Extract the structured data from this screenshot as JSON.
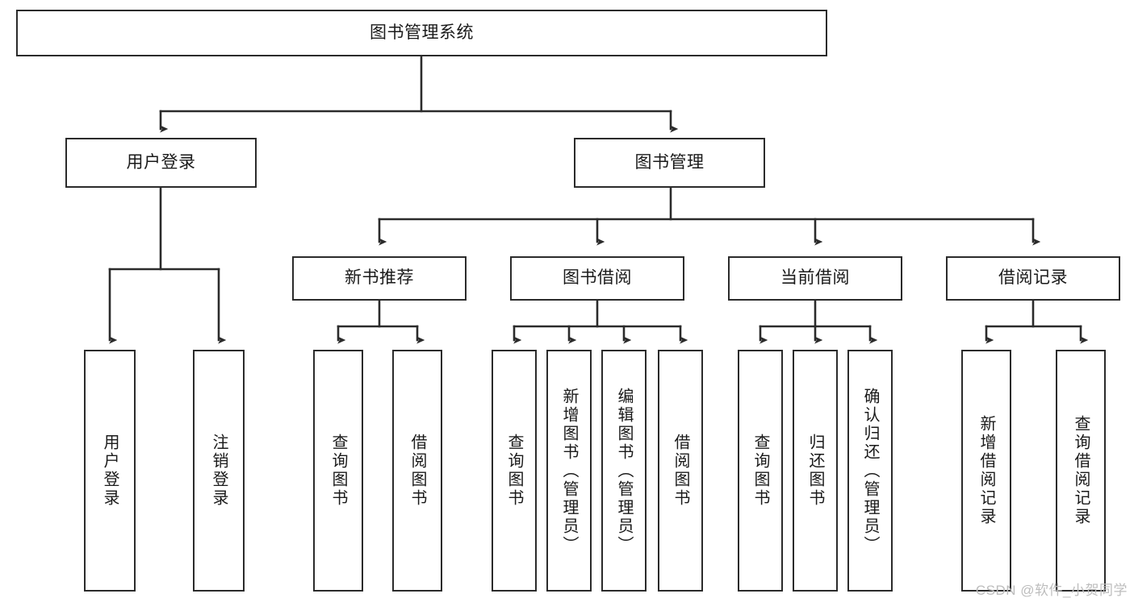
{
  "diagram": {
    "type": "tree-hierarchy",
    "title": "图书管理系统",
    "watermark": "CSDN @软件_小贺同学",
    "colors": {
      "border": "#2b2b2b",
      "background": "#ffffff",
      "text": "#1a1a1a",
      "connector": "#2b2b2b",
      "watermark": "#bdbdbd"
    },
    "levels": {
      "root": {
        "label": "图书管理系统"
      },
      "level2": [
        {
          "id": "user-login",
          "label": "用户登录"
        },
        {
          "id": "book-manage",
          "label": "图书管理"
        }
      ],
      "level3": [
        {
          "id": "new-book-recommend",
          "label": "新书推荐",
          "parent": "book-manage"
        },
        {
          "id": "book-borrow",
          "label": "图书借阅",
          "parent": "book-manage"
        },
        {
          "id": "current-borrow",
          "label": "当前借阅",
          "parent": "book-manage"
        },
        {
          "id": "borrow-record",
          "label": "借阅记录",
          "parent": "book-manage"
        }
      ],
      "leaves": [
        {
          "id": "leaf-user-login",
          "label": "用户登录",
          "parent": "user-login"
        },
        {
          "id": "leaf-logout",
          "label": "注销登录",
          "parent": "user-login"
        },
        {
          "id": "leaf-query-book-1",
          "label": "查询图书",
          "parent": "new-book-recommend"
        },
        {
          "id": "leaf-borrow-book-1",
          "label": "借阅图书",
          "parent": "new-book-recommend"
        },
        {
          "id": "leaf-query-book-2",
          "label": "查询图书",
          "parent": "book-borrow"
        },
        {
          "id": "leaf-add-book",
          "label": "新增图书（管理员）",
          "parent": "book-borrow"
        },
        {
          "id": "leaf-edit-book",
          "label": "编辑图书（管理员）",
          "parent": "book-borrow"
        },
        {
          "id": "leaf-borrow-book-2",
          "label": "借阅图书",
          "parent": "book-borrow"
        },
        {
          "id": "leaf-query-book-3",
          "label": "查询图书",
          "parent": "current-borrow"
        },
        {
          "id": "leaf-return-book",
          "label": "归还图书",
          "parent": "current-borrow"
        },
        {
          "id": "leaf-confirm-return",
          "label": "确认归还（管理员）",
          "parent": "current-borrow"
        },
        {
          "id": "leaf-add-record",
          "label": "新增借阅记录",
          "parent": "borrow-record"
        },
        {
          "id": "leaf-query-record",
          "label": "查询借阅记录",
          "parent": "borrow-record"
        }
      ]
    }
  }
}
